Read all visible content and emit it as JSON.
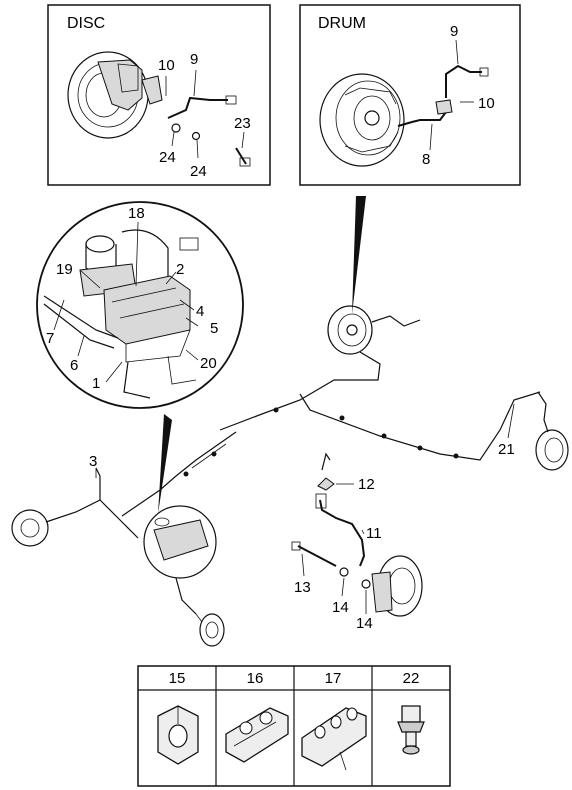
{
  "insets": {
    "disc_title": "DISC",
    "drum_title": "DRUM"
  },
  "callouts": {
    "c1": "1",
    "c2": "2",
    "c3": "3",
    "c4": "4",
    "c5": "5",
    "c6": "6",
    "c7": "7",
    "c8": "8",
    "c9a": "9",
    "c9b": "9",
    "c10a": "10",
    "c10b": "10",
    "c11": "11",
    "c12": "12",
    "c13": "13",
    "c14a": "14",
    "c14b": "14",
    "c18": "18",
    "c19": "19",
    "c20": "20",
    "c21": "21",
    "c23": "23",
    "c24a": "24",
    "c24b": "24"
  },
  "parts_table": {
    "headers": [
      "15",
      "16",
      "17",
      "22"
    ]
  }
}
